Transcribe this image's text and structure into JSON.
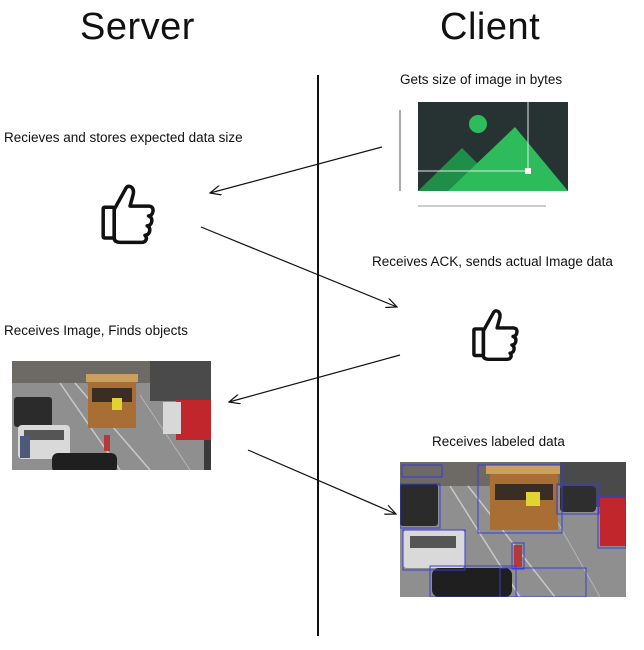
{
  "headers": {
    "server": "Server",
    "client": "Client"
  },
  "labels": {
    "client_gets_size": "Gets size of image in bytes",
    "server_stores_size": "Recieves and stores expected data size",
    "client_receives_ack": "Receives ACK, sends actual Image data",
    "server_receives_image": "Receives Image, Finds objects",
    "client_receives_labeled": "Receives labeled data"
  },
  "icons": {
    "server_ack": "thumbs-up-icon",
    "client_ack": "thumbs-up-icon",
    "image_placeholder": "image-icon",
    "street_photo": "street-scene-photo",
    "labeled_photo": "labeled-street-scene-photo"
  },
  "colors": {
    "placeholder_bg": "#263332",
    "placeholder_green": "#2dbb5c",
    "placeholder_dark_green": "#1f8f48",
    "line": "#111111"
  }
}
